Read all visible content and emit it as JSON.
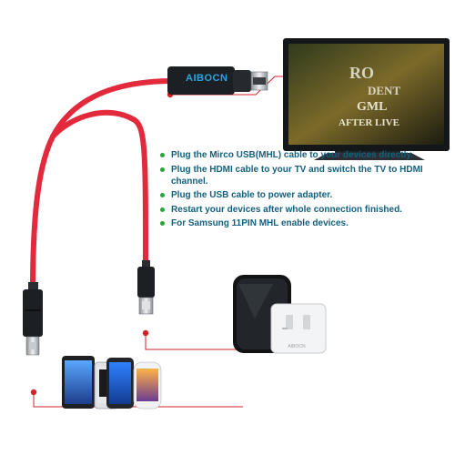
{
  "product": {
    "brand_label": "AIBOCN"
  },
  "tv_screen": {
    "line1": "RO",
    "line2": "DENT",
    "line3": "GML",
    "line4": "AFTER LIVE"
  },
  "power_adapter": {
    "brand": "AIBOCN"
  },
  "instructions": [
    {
      "text": "Plug the Mirco USB(MHL) cable to your devices directly."
    },
    {
      "text": "Plug the HDMI cable to your TV and switch the TV to HDMI channel."
    },
    {
      "text": "Plug the USB cable to power adapter."
    },
    {
      "text": "Restart your devices after whole connection finished."
    },
    {
      "text": "For Samsung 11PIN MHL enable devices."
    }
  ],
  "colors": {
    "cable_red": "#e22a3c",
    "connector_dark": "#1c1f23",
    "brand_blue": "#2aa5e0",
    "text_blue": "#13607e",
    "bullet_green": "#2da33c",
    "callout_red": "#d2232a"
  },
  "icons": [
    "tv-icon",
    "power-adapter-icon",
    "phone-icon"
  ]
}
